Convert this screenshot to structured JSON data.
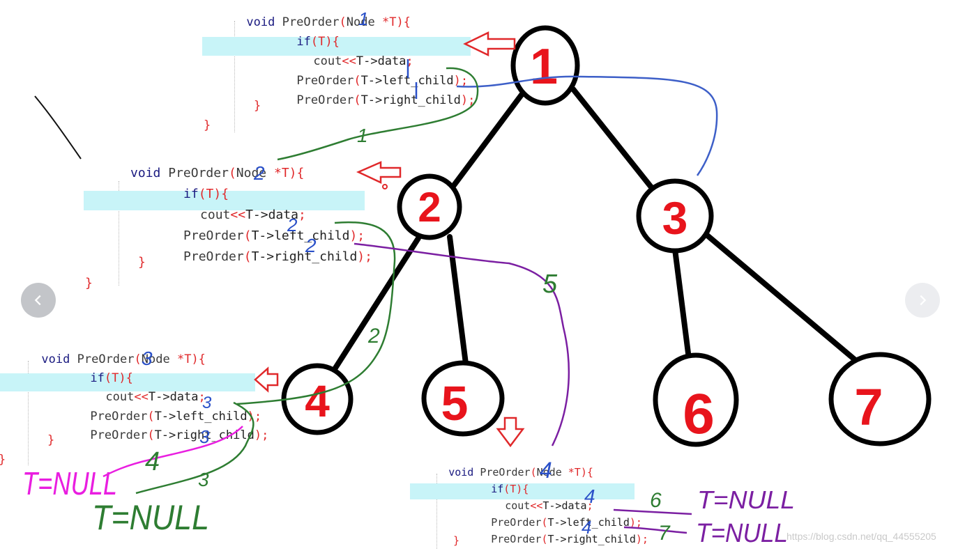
{
  "code_block": {
    "signature": {
      "kw": "void",
      "fn": "PreOrder",
      "open": "(",
      "type": "Node",
      "param": " *T",
      "close": "){"
    },
    "if_line": {
      "kw": "if",
      "cond": "(T){"
    },
    "cout_line": {
      "text": "cout",
      "op": "<<",
      "arg": "T->data",
      "end": ";"
    },
    "left_line": {
      "fn": "PreOrder",
      "open": "(",
      "arg": "T->left_child",
      "close": ");"
    },
    "right_line": {
      "fn": "PreOrder",
      "open": "(",
      "arg": "T->right_child",
      "close": ");"
    },
    "close_inner": "}",
    "close_outer": "}"
  },
  "tree": {
    "nodes": [
      "1",
      "2",
      "3",
      "4",
      "5",
      "6",
      "7"
    ]
  },
  "annotations": {
    "blue_1": "1",
    "blue_2": "2",
    "blue_3": "3",
    "blue_4": "4",
    "green_1": "1",
    "green_2": "2",
    "green_3": "3",
    "green_5": "5",
    "green_6": "6",
    "purple_7": "7",
    "pink_4": "4",
    "null_1": "T=NULL",
    "null_2": "T=NULL",
    "null_3": "T=NULL",
    "null_4": "T=NULL"
  },
  "watermark": "https://blog.csdn.net/qq_44555205",
  "colors": {
    "node_label": "#e8141c",
    "node_border": "#000000",
    "blue_ink": "#2a50c8",
    "green_ink": "#2e7d32",
    "purple_ink": "#7b1fa2",
    "pink_ink": "#e91ee0",
    "arrow_red": "#e0282a",
    "highlight": "#c8f4f8"
  }
}
